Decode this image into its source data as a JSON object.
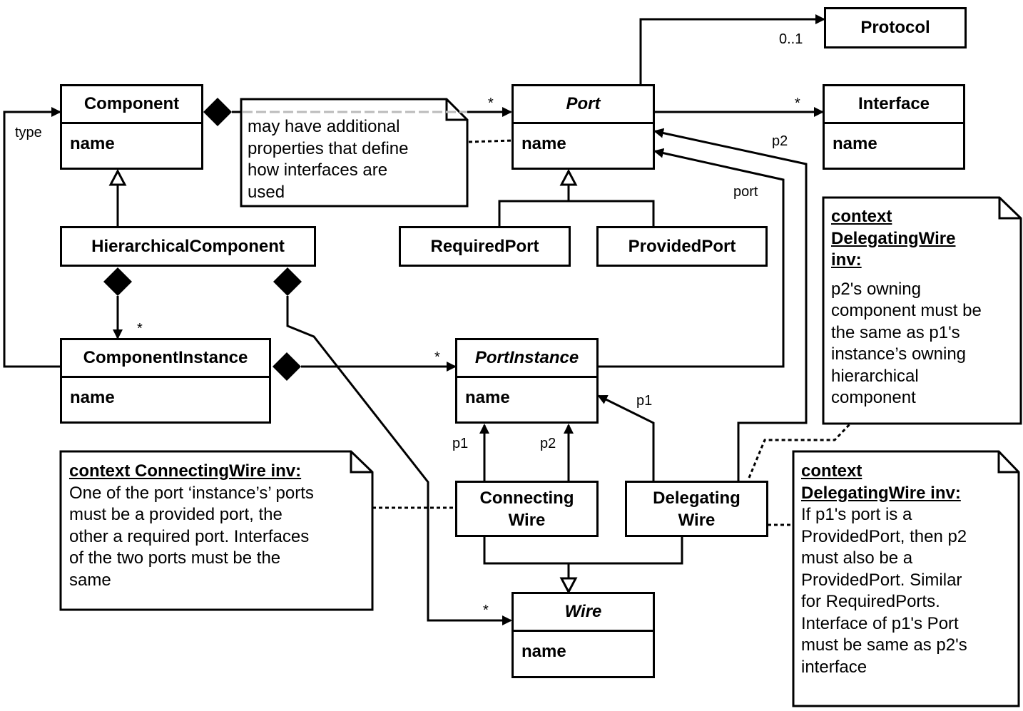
{
  "classes": {
    "protocol": {
      "name": "Protocol"
    },
    "component": {
      "name": "Component",
      "attr": "name"
    },
    "port": {
      "name": "Port",
      "attr": "name"
    },
    "interface": {
      "name": "Interface",
      "attr": "name"
    },
    "hierarchical_component": {
      "name": "HierarchicalComponent"
    },
    "required_port": {
      "name": "RequiredPort"
    },
    "provided_port": {
      "name": "ProvidedPort"
    },
    "component_instance": {
      "name": "ComponentInstance",
      "attr": "name"
    },
    "port_instance": {
      "name": "PortInstance",
      "attr": "name"
    },
    "connecting_wire": {
      "line1": "Connecting",
      "line2": "Wire"
    },
    "delegating_wire": {
      "line1": "Delegating",
      "line2": "Wire"
    },
    "wire": {
      "name": "Wire",
      "attr": "name"
    }
  },
  "notes": {
    "port_note": {
      "lines": [
        "may have additional",
        "properties that define",
        "how interfaces are",
        "used"
      ]
    },
    "delegating_note_1": {
      "title_lines": [
        "context",
        "DelegatingWire",
        "inv:"
      ],
      "lines": [
        "p2's owning",
        "component must be",
        "the same as p1's",
        "instance’s owning",
        "hierarchical",
        "component"
      ]
    },
    "connecting_note": {
      "title": "context ConnectingWire inv:",
      "lines": [
        "One of the port ‘instance’s’ ports",
        "must be a provided port, the",
        "other a required port. Interfaces",
        "of the two ports must be the",
        "same"
      ]
    },
    "delegating_note_2": {
      "title_lines": [
        "context",
        "DelegatingWire inv:"
      ],
      "lines": [
        "If p1's port is a",
        "ProvidedPort, then p2",
        "must also be a",
        "ProvidedPort. Similar",
        "for RequiredPorts.",
        "Interface of p1's Port",
        "must be same as p2's",
        "interface"
      ]
    }
  },
  "labels": {
    "type": "type",
    "protocol_mult": "0..1",
    "port_mult": "*",
    "interface_mult": "*",
    "p2_port": "p2",
    "port_port": "port",
    "instance_mult": "*",
    "portinstance_mult": "*",
    "p1_delegating": "p1",
    "p1_connecting": "p1",
    "p2_connecting": "p2",
    "wire_mult": "*"
  }
}
